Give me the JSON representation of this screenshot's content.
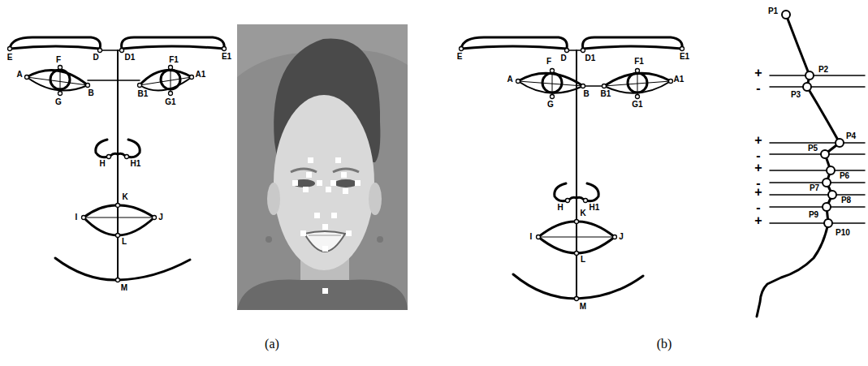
{
  "diagram": {
    "labels": [
      "E",
      "D",
      "D1",
      "E1",
      "F",
      "F1",
      "A",
      "A1",
      "G",
      "B",
      "B1",
      "G1",
      "H",
      "H1",
      "K",
      "I",
      "J",
      "L",
      "M",
      "E",
      "F",
      "D",
      "D1",
      "F1",
      "E1",
      "A",
      "A1",
      "G",
      "B",
      "B1",
      "G1",
      "H",
      "H1",
      "K",
      "I",
      "J",
      "L",
      "M",
      "P1",
      "P2",
      "P3",
      "P4",
      "P5",
      "P6",
      "P7",
      "P8",
      "P9",
      "P10",
      "+",
      "-",
      "+",
      "-",
      "+",
      "-",
      "+",
      "-",
      "+",
      "(a)",
      "(b)"
    ]
  }
}
